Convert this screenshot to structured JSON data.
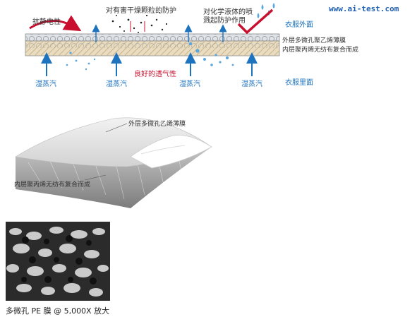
{
  "watermark": "www.ai-test.com",
  "top_diagram": {
    "antistatic_label": "抗静电性",
    "dry_particle_label": "对有害干燥颗粒的防护",
    "chemical_label_line1": "对化学液体的喷",
    "chemical_label_line2": "溅起防护作用",
    "outer_side_label": "衣服外面",
    "inner_side_label": "衣服里面",
    "film_label": "外层多微孔聚乙烯薄膜",
    "nonwoven_label": "内层聚丙烯无纺布复合而成",
    "breathability_label": "良好的透气性",
    "vapor_labels": [
      "湿蒸汽",
      "湿蒸汽",
      "湿蒸汽",
      "湿蒸汽"
    ],
    "colors": {
      "arrow_blue": "#1e73be",
      "accent_red": "#c8102e",
      "layer_beige": "#e9dcc0"
    }
  },
  "middle_diagram": {
    "outer_film_label": "外层多微孔乙烯薄膜",
    "inner_layer_label": "内层聚丙烯无纺布复合而成"
  },
  "micro_image": {
    "caption": "多微孔 PE 膜 @ 5,000X 放大"
  }
}
